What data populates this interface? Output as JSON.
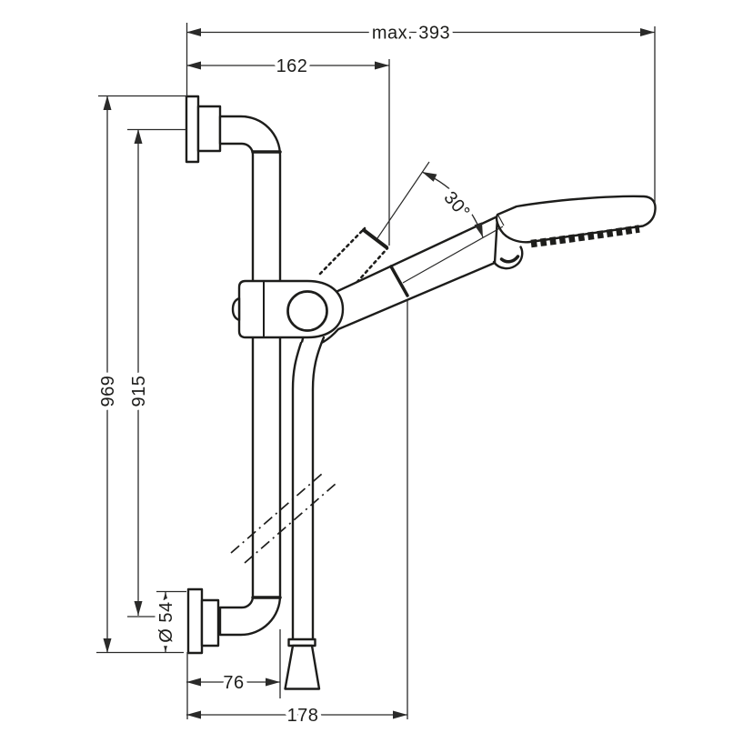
{
  "drawing": {
    "type": "technical dimension drawing",
    "subject": "shower slide bar with hand shower, wall brackets and hose",
    "colors": {
      "line": "#1d1d1b",
      "dimension": "#2a2a29",
      "background": "#ffffff"
    },
    "labels": {
      "max_width": "max. 393",
      "bracket_reach": "162",
      "bar_total_height": "969",
      "hole_distance": "915",
      "escutcheon_diameter": "Ø 54",
      "bar_wall_offset": "76",
      "hose_wall_offset": "178",
      "swivel_angle": "30°"
    }
  }
}
